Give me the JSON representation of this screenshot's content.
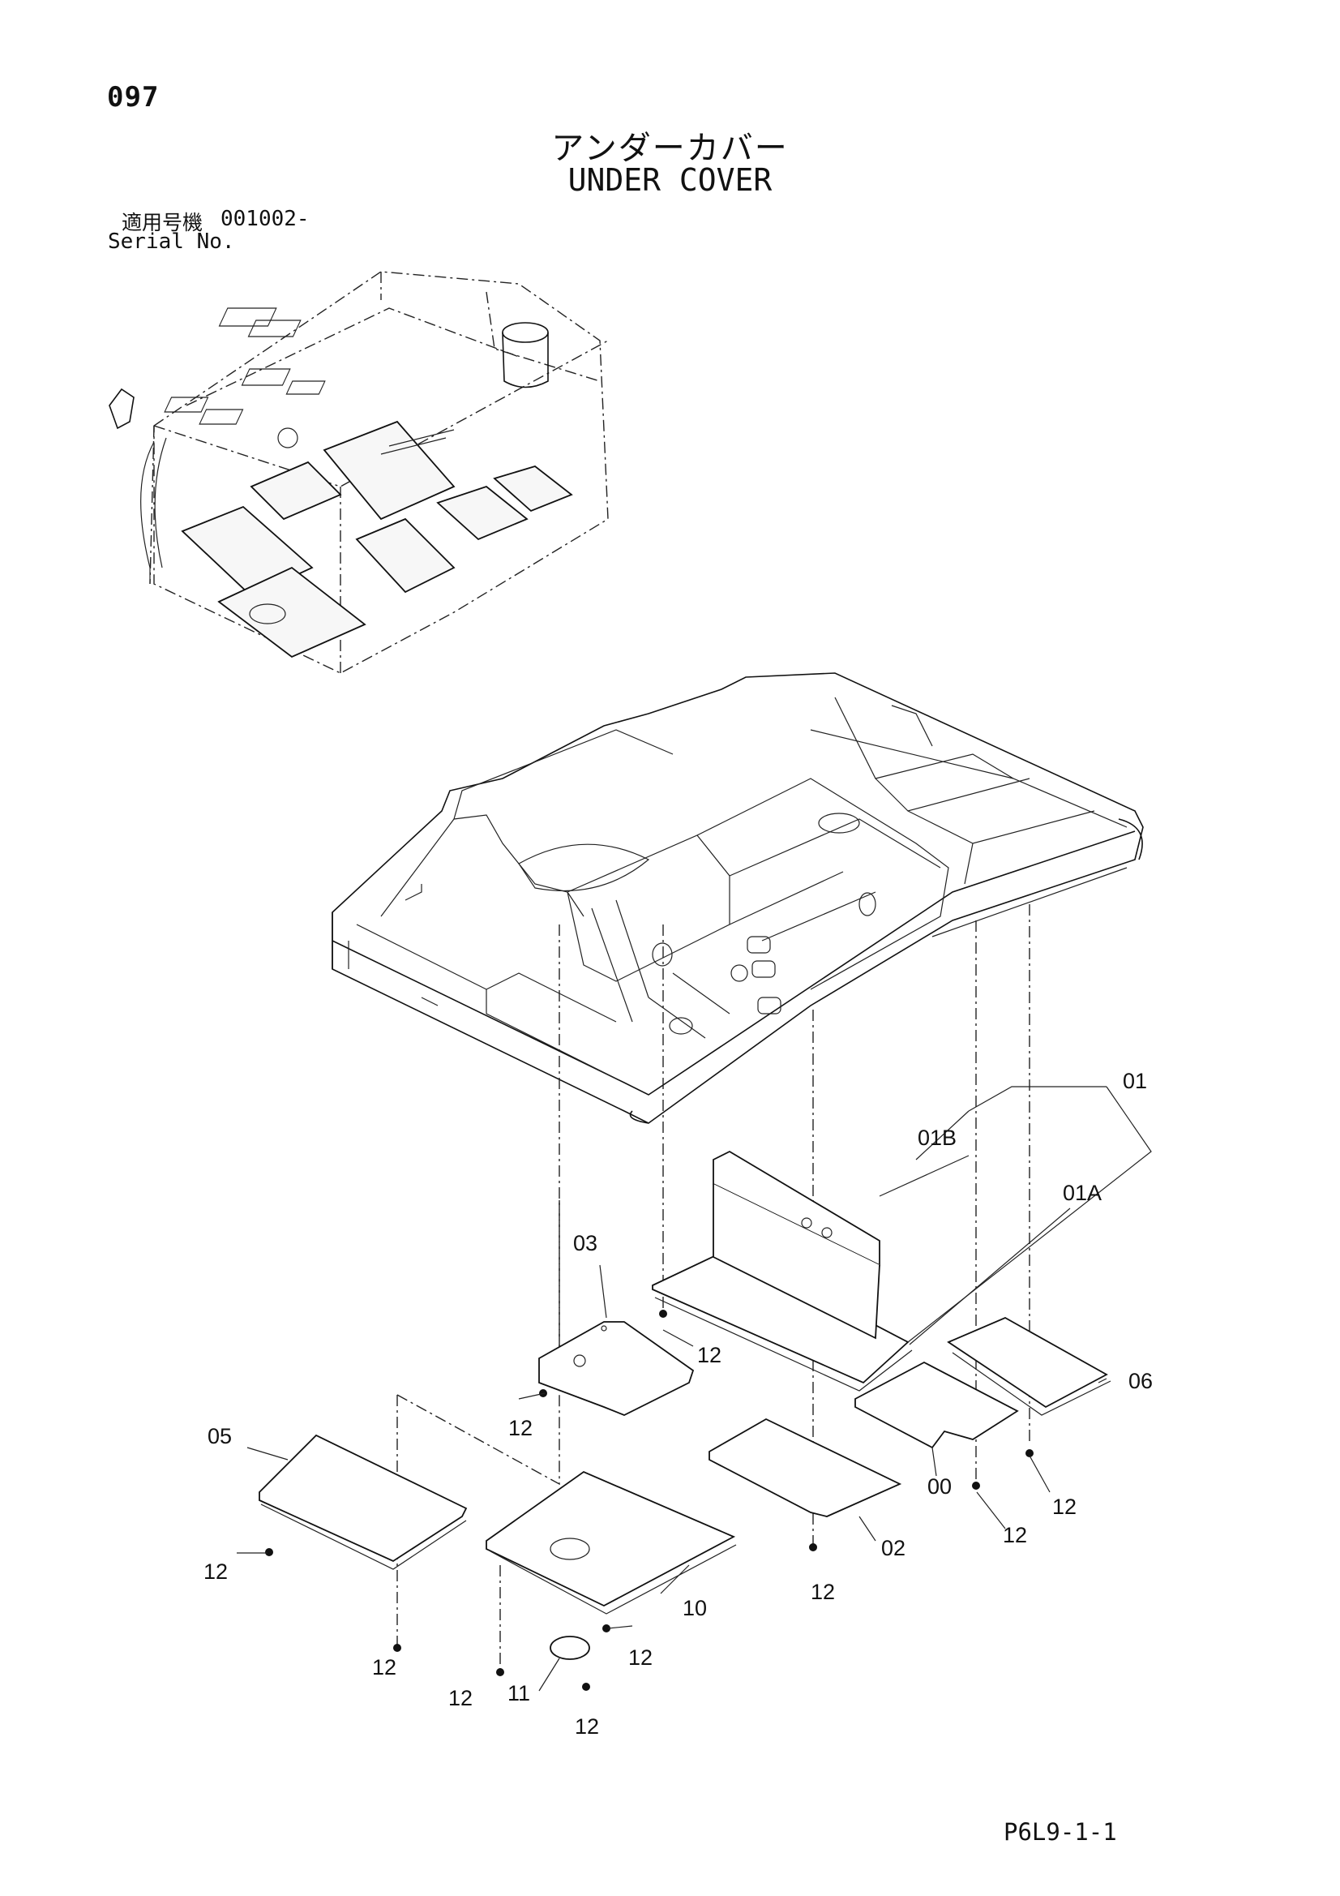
{
  "page_number": "097",
  "title_jp": "アンダーカバー",
  "title_en": "UNDER COVER",
  "serial": {
    "label_jp": "適用号機",
    "value": "001002-",
    "label_en": "Serial No."
  },
  "drawing_code": "P6L9-1-1",
  "callouts": {
    "c01": "01",
    "c01B": "01B",
    "c01A": "01A",
    "c03": "03",
    "c05": "05",
    "c06": "06",
    "c00": "00",
    "c02": "02",
    "c10": "10",
    "c11": "11",
    "c12": "12"
  }
}
